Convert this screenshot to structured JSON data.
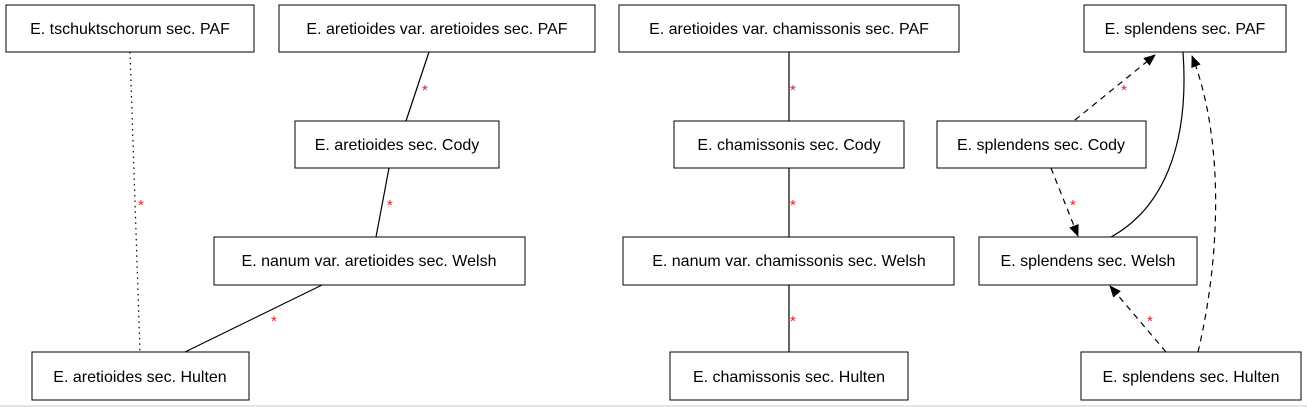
{
  "colors": {
    "edge": "#000000",
    "star": "#e8202a",
    "box_border": "#000000",
    "background": "#ffffff"
  },
  "edge_marker": "*",
  "nodes": {
    "tschuk_paf": "E. tschuktschorum sec. PAF",
    "aret_paf": "E. aretioides var. aretioides sec. PAF",
    "aret_cody": "E. aretioides sec. Cody",
    "nanum_aret_welsh": "E. nanum var. aretioides sec. Welsh",
    "aret_hulten": "E. aretioides sec. Hulten",
    "cham_paf": "E. aretioides var. chamissonis sec. PAF",
    "cham_cody": "E. chamissonis sec. Cody",
    "nanum_cham_welsh": "E. nanum var. chamissonis sec. Welsh",
    "cham_hulten": "E. chamissonis sec. Hulten",
    "splend_paf": "E. splendens sec. PAF",
    "splend_cody": "E. splendens sec. Cody",
    "splend_welsh": "E. splendens sec. Welsh",
    "splend_hulten": "E. splendens sec. Hulten"
  }
}
